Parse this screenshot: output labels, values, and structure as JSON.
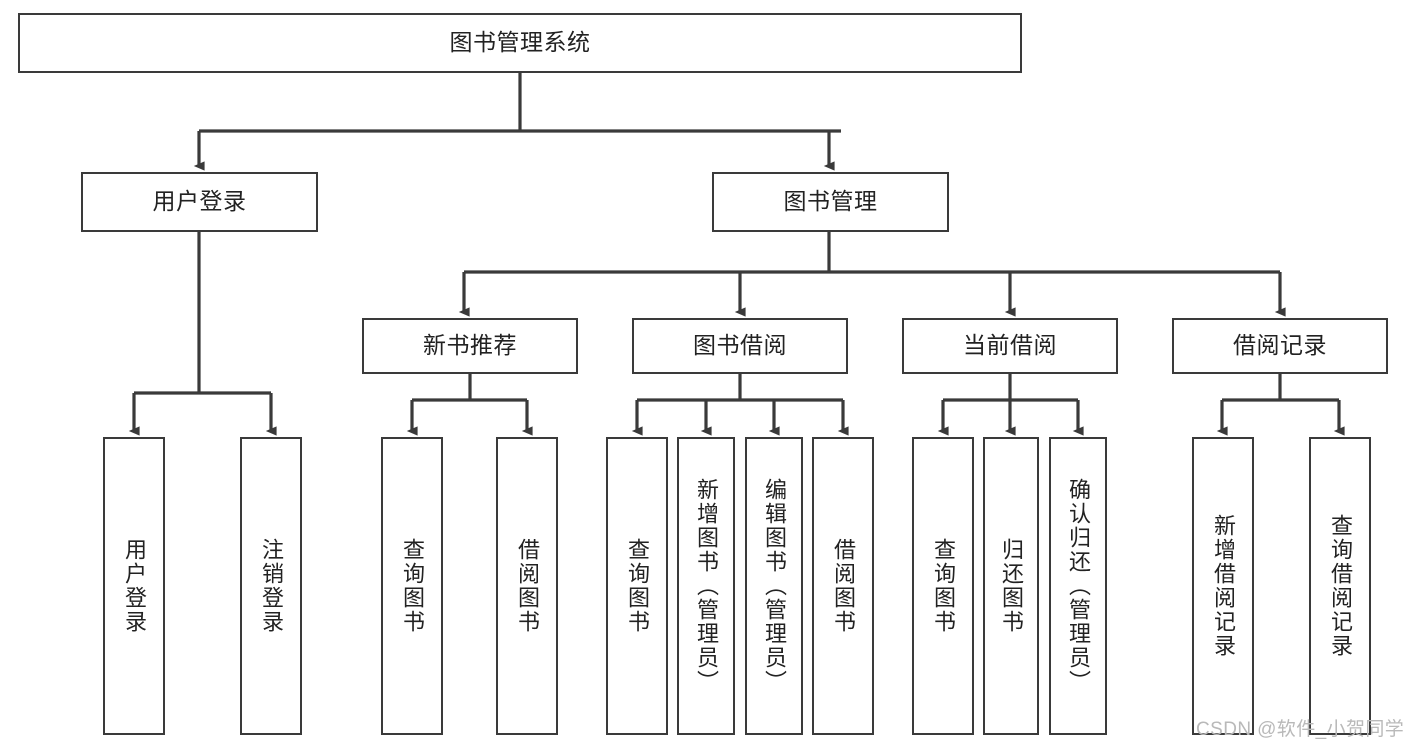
{
  "diagram": {
    "type": "tree-hierarchy-chart",
    "title": "图书管理系统",
    "root": {
      "id": "root",
      "label": "图书管理系统",
      "orientation": "horizontal"
    },
    "level1": [
      {
        "id": "user-login",
        "label": "用户登录",
        "orientation": "horizontal"
      },
      {
        "id": "book-management",
        "label": "图书管理",
        "orientation": "horizontal"
      }
    ],
    "level2": [
      {
        "id": "new-book-recommend",
        "label": "新书推荐",
        "orientation": "horizontal",
        "parent": "book-management"
      },
      {
        "id": "book-borrow",
        "label": "图书借阅",
        "orientation": "horizontal",
        "parent": "book-management"
      },
      {
        "id": "current-borrow",
        "label": "当前借阅",
        "orientation": "horizontal",
        "parent": "book-management"
      },
      {
        "id": "borrow-record",
        "label": "借阅记录",
        "orientation": "horizontal",
        "parent": "book-management"
      }
    ],
    "leaves": [
      {
        "id": "leaf-user-login",
        "label": "用户登录",
        "parent": "user-login"
      },
      {
        "id": "leaf-user-logout",
        "label": "注销登录",
        "parent": "user-login"
      },
      {
        "id": "leaf-query-book-1",
        "label": "查询图书",
        "parent": "new-book-recommend"
      },
      {
        "id": "leaf-borrow-book-1",
        "label": "借阅图书",
        "parent": "new-book-recommend"
      },
      {
        "id": "leaf-query-book-2",
        "label": "查询图书",
        "parent": "book-borrow"
      },
      {
        "id": "leaf-add-book",
        "label": "新增图书（管理员）",
        "parent": "book-borrow"
      },
      {
        "id": "leaf-edit-book",
        "label": "编辑图书（管理员）",
        "parent": "book-borrow"
      },
      {
        "id": "leaf-borrow-book-2",
        "label": "借阅图书",
        "parent": "book-borrow"
      },
      {
        "id": "leaf-query-book-3",
        "label": "查询图书",
        "parent": "current-borrow"
      },
      {
        "id": "leaf-return-book",
        "label": "归还图书",
        "parent": "current-borrow"
      },
      {
        "id": "leaf-confirm-return",
        "label": "确认归还（管理员）",
        "parent": "current-borrow"
      },
      {
        "id": "leaf-add-record",
        "label": "新增借阅记录",
        "parent": "borrow-record"
      },
      {
        "id": "leaf-query-record",
        "label": "查询借阅记录",
        "parent": "borrow-record"
      }
    ],
    "watermark": "CSDN @软件_小贺同学",
    "colors": {
      "stroke": "#3a3a3a",
      "fill": "#ffffff",
      "text": "#222222",
      "watermark": "#b9b9b9"
    }
  }
}
